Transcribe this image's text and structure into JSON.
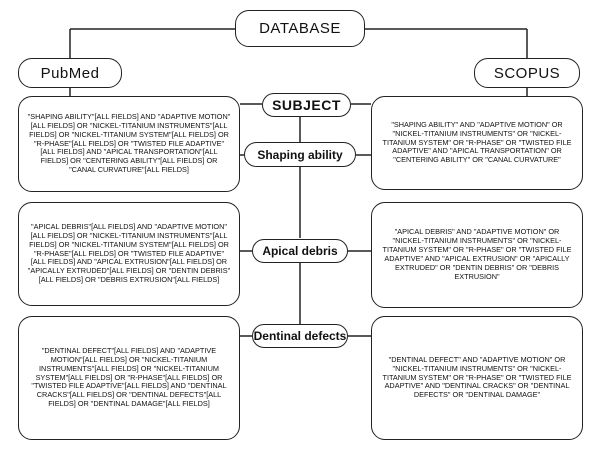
{
  "database": "DATABASE",
  "pubmed": "PubMed",
  "scopus": "SCOPUS",
  "subject": "SUBJECT",
  "categories": {
    "shaping": "Shaping ability",
    "apical": "Apical debris",
    "dentinal": "Dentinal defects"
  },
  "pubmed_queries": {
    "shaping": "\"SHAPING ABILITY\"[ALL FIELDS] AND \"ADAPTIVE MOTION\"[ALL FIELDS] OR \"NICKEL-TITANIUM INSTRUMENTS\"[ALL FIELDS] OR \"NICKEL-TITANIUM SYSTEM\"[ALL FIELDS] OR \"R-PHASE\"[ALL FIELDS] OR \"TWISTED FILE ADAPTIVE\"[ALL FIELDS] AND \"APICAL TRANSPORTATION\"[ALL FIELDS] OR \"CENTERING ABILITY\"[ALL FIELDS] OR \"CANAL CURVATURE\"[ALL FIELDS]",
    "apical": "\"APICAL DEBRIS\"[ALL FIELDS] AND \"ADAPTIVE MOTION\"[ALL FIELDS] OR \"NICKEL-TITANIUM INSTRUMENTS\"[ALL FIELDS] OR \"NICKEL-TITANIUM SYSTEM\"[ALL FIELDS] OR \"R-PHASE\"[ALL FIELDS] OR \"TWISTED FILE ADAPTIVE\"[ALL FIELDS] AND \"APICAL EXTRUSION\"[ALL FIELDS] OR \"APICALLY EXTRUDED\"[ALL FIELDS] OR \"DENTIN DEBRIS\"[ALL FIELDS] OR \"DEBRIS EXTRUSION\"[ALL FIELDS]",
    "dentinal": "\"DENTINAL DEFECT\"[ALL FIELDS] AND \"ADAPTIVE MOTION\"[ALL FIELDS] OR \"NICKEL-TITANIUM INSTRUMENTS\"[ALL FIELDS] OR \"NICKEL-TITANIUM SYSTEM\"[ALL FIELDS] OR \"R-PHASE\"[ALL FIELDS] OR \"TWISTED FILE ADAPTIVE\"[ALL FIELDS] AND \"DENTINAL CRACKS\"[ALL FIELDS] OR \"DENTINAL DEFECTS\"[ALL FIELDS] OR \"DENTINAL DAMAGE\"[ALL FIELDS]"
  },
  "scopus_queries": {
    "shaping": "\"SHAPING ABILITY\" AND \"ADAPTIVE MOTION\" OR \"NICKEL-TITANIUM INSTRUMENTS\" OR \"NICKEL-TITANIUM SYSTEM\" OR \"R-PHASE\" OR \"TWISTED FILE ADAPTIVE\" AND \"APICAL TRANSPORTATION\" OR \"CENTERING ABILITY\" OR \"CANAL CURVATURE\"",
    "apical": "\"APICAL DEBRIS\" AND \"ADAPTIVE MOTION\" OR \"NICKEL-TITANIUM INSTRUMENTS\" OR \"NICKEL-TITANIUM SYSTEM\" OR \"R-PHASE\" OR \"TWISTED FILE ADAPTIVE\" AND \"APICAL EXTRUSION\" OR \"APICALLY EXTRUDED\" OR \"DENTIN DEBRIS\" OR \"DEBRIS EXTRUSION\"",
    "dentinal": "\"DENTINAL DEFECT\" AND \"ADAPTIVE MOTION\" OR \"NICKEL-TITANIUM INSTRUMENTS\" OR \"NICKEL-TITANIUM SYSTEM\" OR \"R-PHASE\" OR \"TWISTED FILE ADAPTIVE\" AND \"DENTINAL CRACKS\" OR \"DENTINAL DEFECTS\" OR \"DENTINAL DAMAGE\""
  }
}
